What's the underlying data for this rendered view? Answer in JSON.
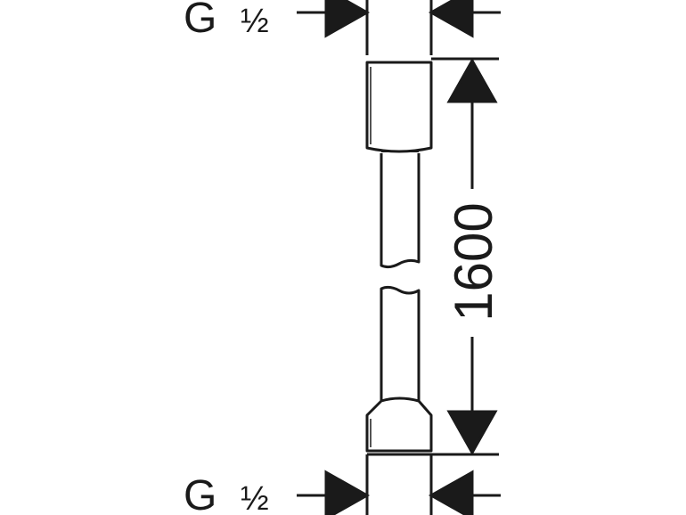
{
  "drawing": {
    "top_thread": {
      "letter": "G",
      "fraction": "½"
    },
    "bottom_thread": {
      "letter": "G",
      "fraction": "½"
    },
    "length_dimension": "1600",
    "line_color": "#1a1a1a",
    "background_color": "#ffffff"
  }
}
